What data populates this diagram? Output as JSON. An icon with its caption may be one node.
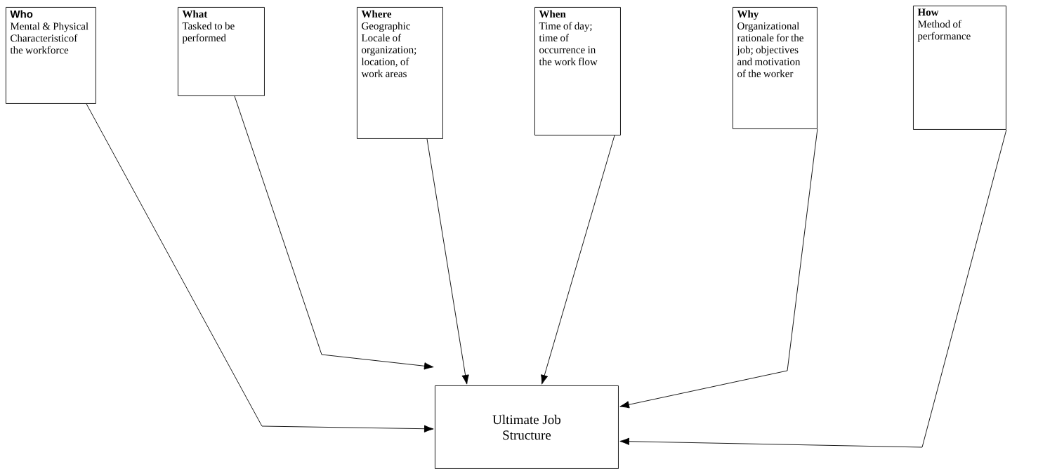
{
  "diagram": {
    "nodes": [
      {
        "text": [
          "Who",
          "Mental & Physical Characteristicof the workforce"
        ]
      },
      {
        "text": [
          "What",
          "Tasked to be performed"
        ]
      },
      {
        "text": [
          "Where",
          "Geographic Locale of organization; location, of work areas"
        ]
      },
      {
        "text": [
          "When",
          "Time of day; time of occurrence in the work flow"
        ]
      },
      {
        "text": [
          "Why",
          "Organizational rationale for the job; objectives and motivation of the worker"
        ]
      },
      {
        "text": [
          "How",
          "Method of performance"
        ]
      },
      {
        "text": [
          "Ultimate Job Structure"
        ]
      }
    ],
    "edges": [
      {
        "from": 0,
        "to": 6,
        "arrow": "to"
      },
      {
        "from": 1,
        "to": 6,
        "arrow": "to"
      },
      {
        "from": 2,
        "to": 6,
        "arrow": "to"
      },
      {
        "from": 3,
        "to": 6,
        "arrow": "to"
      },
      {
        "from": 4,
        "to": 6,
        "arrow": "to"
      },
      {
        "from": 5,
        "to": 6,
        "arrow": "to"
      }
    ]
  }
}
